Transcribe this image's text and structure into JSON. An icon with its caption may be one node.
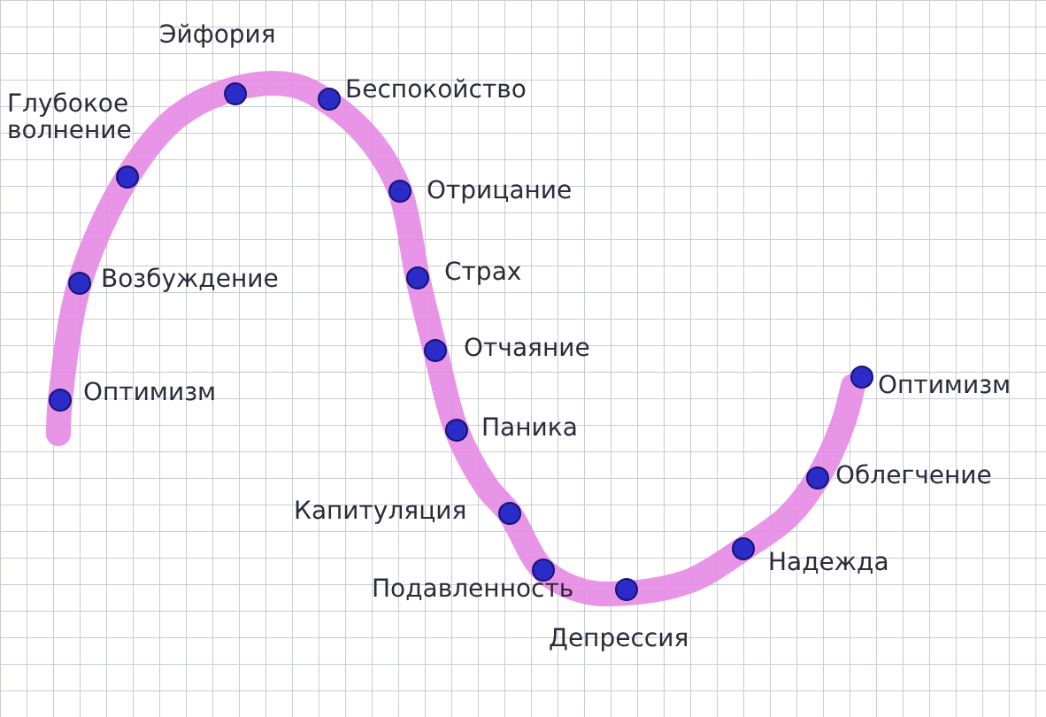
{
  "diagram": {
    "labels": [
      "Эйфория",
      "Глубокое волнение",
      "Беспокойство",
      "Отрицание",
      "Возбуждение",
      "Страх",
      "Отчаяние",
      "Оптимизм",
      "Оптимизм",
      "Паника",
      "Облегчение",
      "Капитуляция",
      "Подавленность",
      "Надежда",
      "Депрессия"
    ]
  }
}
